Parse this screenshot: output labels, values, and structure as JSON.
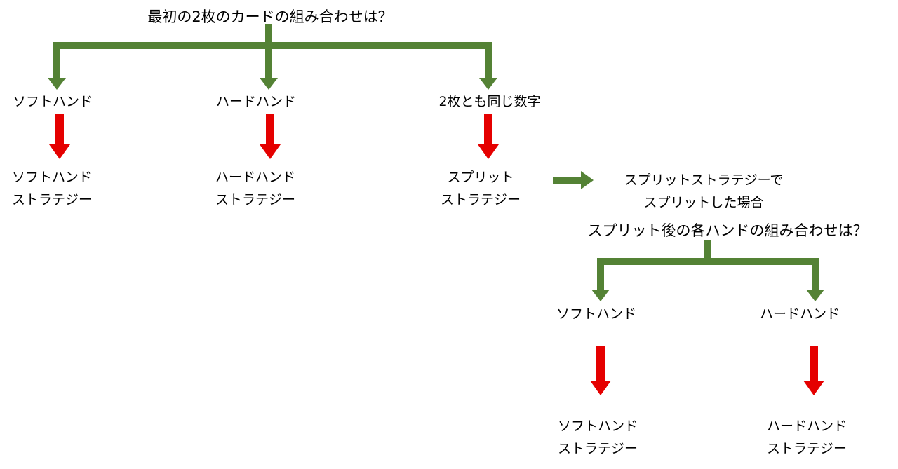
{
  "colors": {
    "green": "#548235",
    "red": "#e50000",
    "text": "#000000",
    "background": "#ffffff"
  },
  "root_question": "最初の2枚のカードの組み合わせは？",
  "level1": {
    "branches": [
      {
        "label": "ソフトハンド",
        "strategy_line1": "ソフトハンド",
        "strategy_line2": "ストラテジー"
      },
      {
        "label": "ハードハンド",
        "strategy_line1": "ハードハンド",
        "strategy_line2": "ストラテジー"
      },
      {
        "label": "2枚とも同じ数字",
        "strategy_line1": "スプリット",
        "strategy_line2": "ストラテジー"
      }
    ]
  },
  "split_note_line1": "スプリットストラテジーで",
  "split_note_line2": "スプリットした場合",
  "second_question": "スプリット後の各ハンドの組み合わせは？",
  "level2": {
    "branches": [
      {
        "label": "ソフトハンド",
        "strategy_line1": "ソフトハンド",
        "strategy_line2": "ストラテジー"
      },
      {
        "label": "ハードハンド",
        "strategy_line1": "ハードハンド",
        "strategy_line2": "ストラテジー"
      }
    ]
  }
}
